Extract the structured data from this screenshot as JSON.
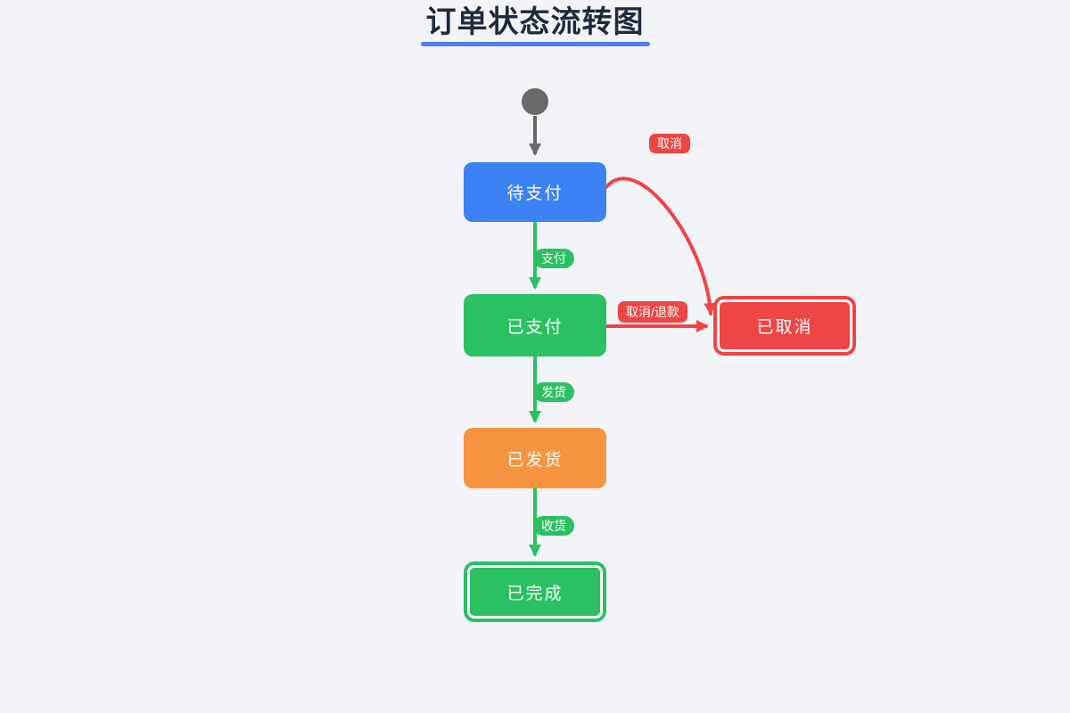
{
  "page": {
    "background": "#f2f4f8"
  },
  "title": {
    "text": "订单状态流转图",
    "color": "#1f2b3c",
    "underline_color": "#4f7df2"
  },
  "diagram": {
    "start_node": {
      "shape": "circle",
      "color": "#696969"
    },
    "nodes": [
      {
        "id": "pending",
        "label": "待支付",
        "color": "#3d82f4",
        "text_color": "#ffffff",
        "border": "none"
      },
      {
        "id": "paid",
        "label": "已支付",
        "color": "#2bc162",
        "text_color": "#ffffff",
        "border": "none"
      },
      {
        "id": "shipped",
        "label": "已发货",
        "color": "#f79440",
        "text_color": "#ffffff",
        "border": "none"
      },
      {
        "id": "completed",
        "label": "已完成",
        "color": "#2bc162",
        "text_color": "#ffffff",
        "border": "double-white-inset"
      },
      {
        "id": "cancelled",
        "label": "已取消",
        "color": "#ee4545",
        "text_color": "#ffffff",
        "border": "double-white-inset"
      }
    ],
    "edges": [
      {
        "from": "start",
        "to": "pending",
        "label": "",
        "color": "#696969",
        "shape": "straight-down"
      },
      {
        "from": "pending",
        "to": "paid",
        "label": "支付",
        "color": "#2bc162",
        "shape": "straight-down"
      },
      {
        "from": "paid",
        "to": "shipped",
        "label": "发货",
        "color": "#2bc162",
        "shape": "straight-down"
      },
      {
        "from": "shipped",
        "to": "completed",
        "label": "收货",
        "color": "#2bc162",
        "shape": "straight-down"
      },
      {
        "from": "pending",
        "to": "cancelled",
        "label": "取消",
        "color": "#ee4545",
        "shape": "curve-right-down"
      },
      {
        "from": "paid",
        "to": "cancelled",
        "label": "取消/退款",
        "color": "#ee4545",
        "shape": "straight-right"
      }
    ]
  }
}
